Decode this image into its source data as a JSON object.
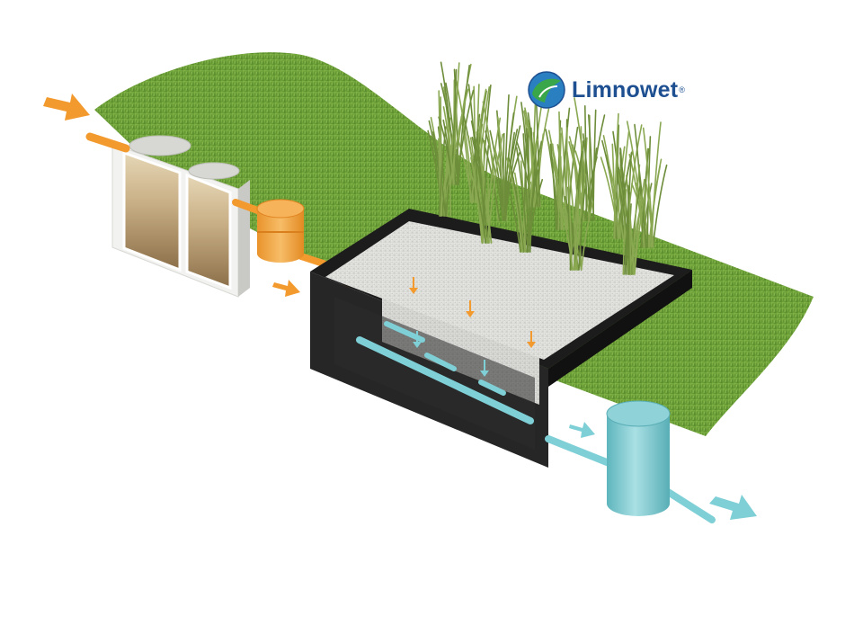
{
  "brand": {
    "name": "Limnowet",
    "registered_mark": "®",
    "logo_icon": "globe-leaf-logo",
    "colors": {
      "text": "#1d4f91",
      "green": "#3aa64a",
      "blue": "#2a7fc1"
    }
  },
  "components": [
    {
      "id": "septic-tank",
      "icon": "two-chamber-tank"
    },
    {
      "id": "pump-shaft",
      "icon": "orange-cylinder"
    },
    {
      "id": "constructed-wetland",
      "icon": "reed-bed-basin"
    },
    {
      "id": "outlet-shaft",
      "icon": "teal-cylinder"
    }
  ],
  "flow": {
    "influent_color": "#f39a2e",
    "effluent_color": "#7fcfd6",
    "arrows": [
      "inflow-arrow",
      "pump-arrow",
      "outflow-arrow"
    ]
  },
  "colors": {
    "grass": "#6fa33a",
    "grass_dark": "#4f7d26",
    "basin": "#1c1c1c",
    "gravel": "#d9d9d6",
    "reed": "#6d8d3a"
  }
}
